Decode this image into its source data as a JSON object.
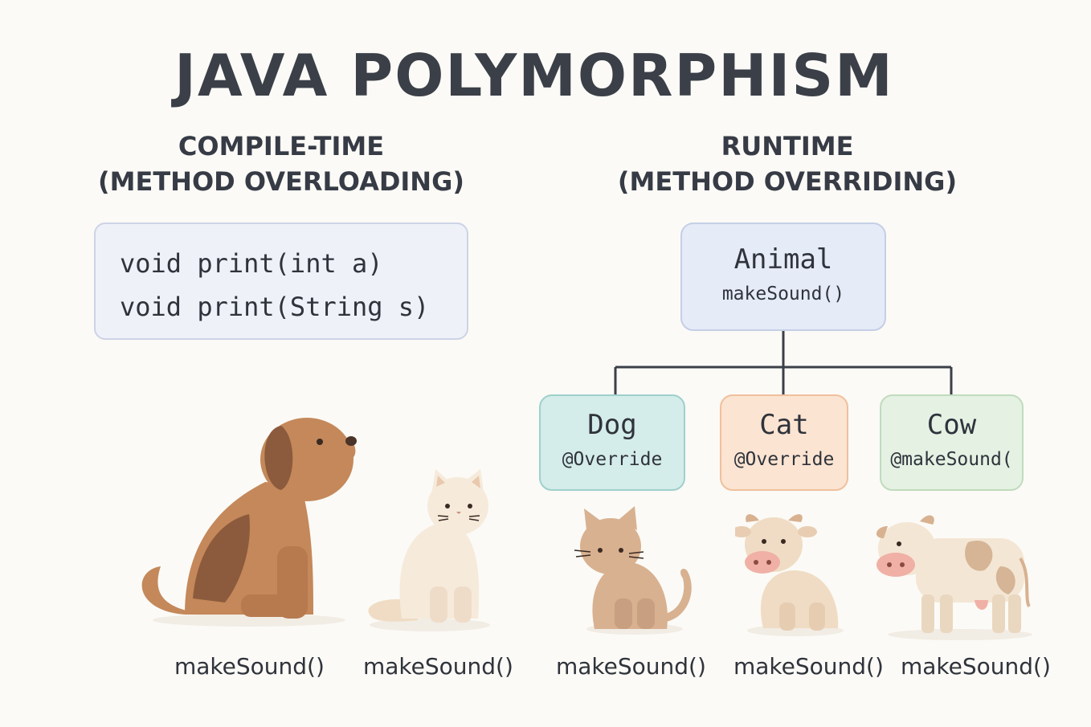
{
  "title": "JAVA POLYMORPHISM",
  "compile_time": {
    "heading_line1": "COMPILE-TIME",
    "heading_line2": "(METHOD OVERLOADING)",
    "code": [
      "void print(int a)",
      "void print(String s)"
    ]
  },
  "runtime": {
    "heading_line1": "RUNTIME",
    "heading_line2": "(METHOD OVERRIDING)",
    "parent": {
      "name": "Animal",
      "method": "makeSound()"
    },
    "children": [
      {
        "name": "Dog",
        "annotation": "@Override"
      },
      {
        "name": "Cat",
        "annotation": "@Override"
      },
      {
        "name": "Cow",
        "annotation": "@makeSound("
      }
    ]
  },
  "animal_labels": [
    "makeSound()",
    "makeSound()",
    "makeSound()",
    "makeSound()",
    "makeSound()"
  ],
  "illustrations": [
    "dog-illustration",
    "cat-illustration",
    "cat-illustration",
    "cow-illustration",
    "cow-illustration"
  ]
}
